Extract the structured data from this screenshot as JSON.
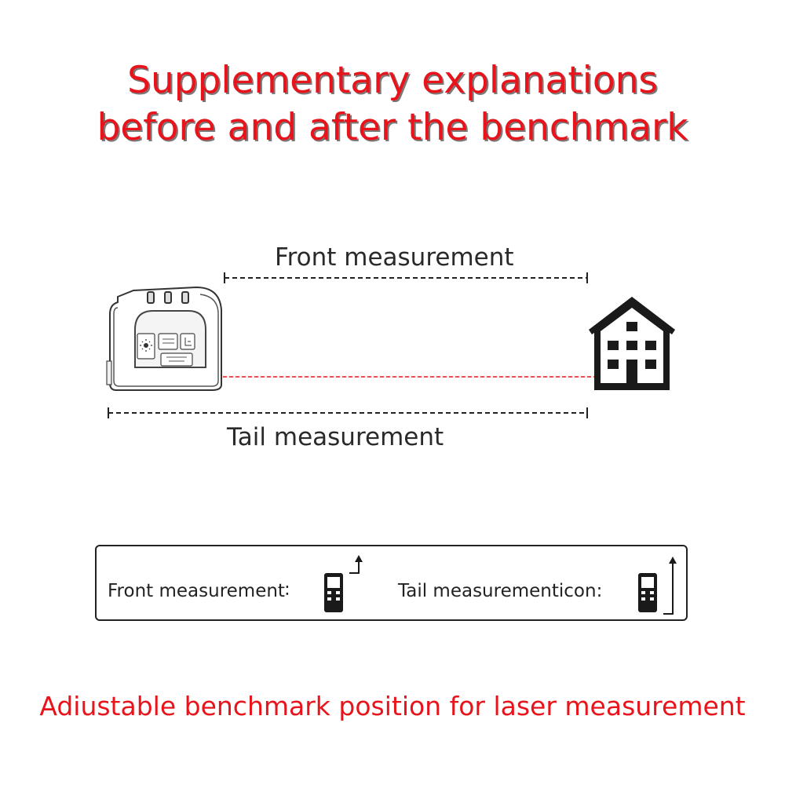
{
  "title": {
    "line1": "Supplementary explanations",
    "line2": "before and after the benchmark"
  },
  "diagram": {
    "front_label": "Front measurement",
    "tail_label": "Tail measurement",
    "device_icon": "laser-tape-measure-icon",
    "target_icon": "house-icon",
    "laser_color": "#e8141b"
  },
  "legend": {
    "front_text": "Front measurement∶",
    "tail_text": "Tail measurementicon:",
    "front_icon": "front-reference-icon",
    "tail_icon": "tail-reference-icon"
  },
  "footer": "Adiustable benchmark position for laser measurement",
  "colors": {
    "accent_red": "#e8141b",
    "text_dark": "#2a2a2a"
  }
}
